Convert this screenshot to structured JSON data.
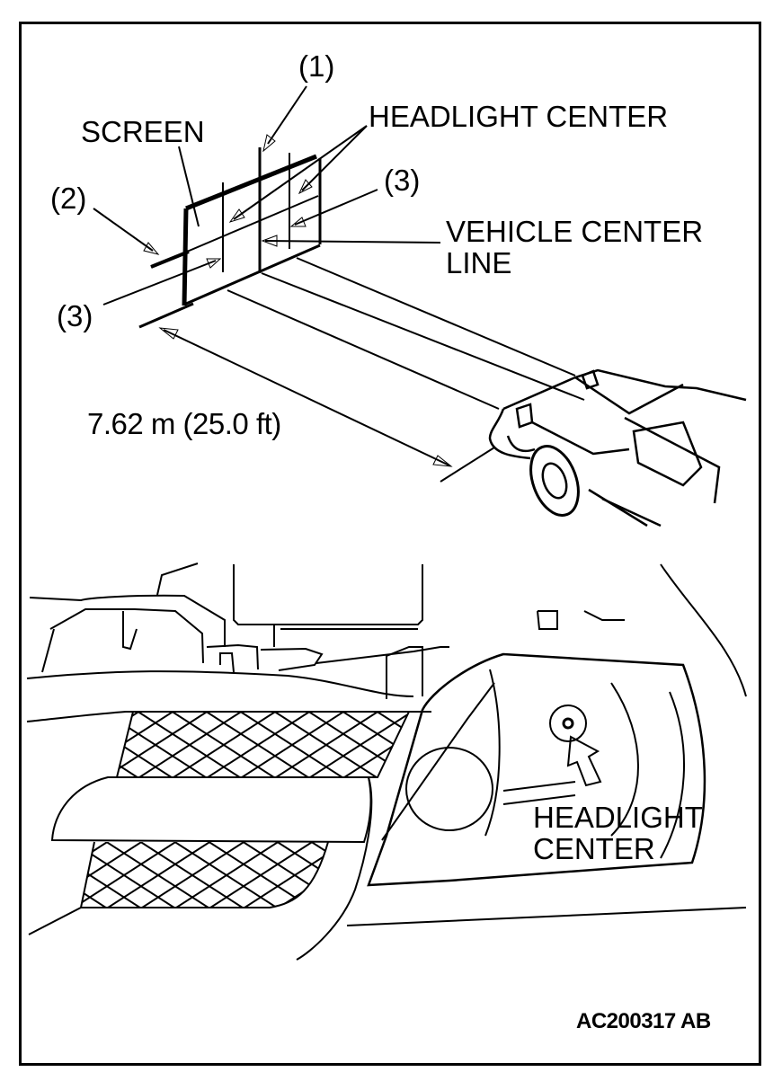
{
  "figure": {
    "id_code": "AC200317 AB",
    "top_view": {
      "labels": {
        "callout_1": "(1)",
        "callout_2": "(2)",
        "callout_3_right": "(3)",
        "callout_3_left": "(3)",
        "screen": "SCREEN",
        "headlight_center": "HEADLIGHT CENTER",
        "vehicle_center_line_1": "VEHICLE CENTER",
        "vehicle_center_line_2": "LINE",
        "distance": "7.62 m (25.0 ft)"
      }
    },
    "bottom_view": {
      "labels": {
        "headlight_center_1": "HEADLIGHT",
        "headlight_center_2": "CENTER"
      }
    }
  },
  "colors": {
    "line": "#000000",
    "background": "#ffffff"
  }
}
